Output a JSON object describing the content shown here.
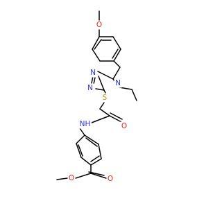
{
  "colors": {
    "carbon": "#000000",
    "oxygen": "#e8231a",
    "nitrogen": "#2f2fe6",
    "sulfur": "#b8a21e",
    "background": "#ffffff"
  },
  "labels": {
    "o_methoxy": "O",
    "n_triazole_top": "N",
    "n_triazole_left": "N",
    "n_triazole_ethyl": "N",
    "s_thioether": "S",
    "nh_amide": "NH",
    "o_amide": "O",
    "o_ester_carbonyl": "O",
    "o_ester_ether": "O"
  }
}
